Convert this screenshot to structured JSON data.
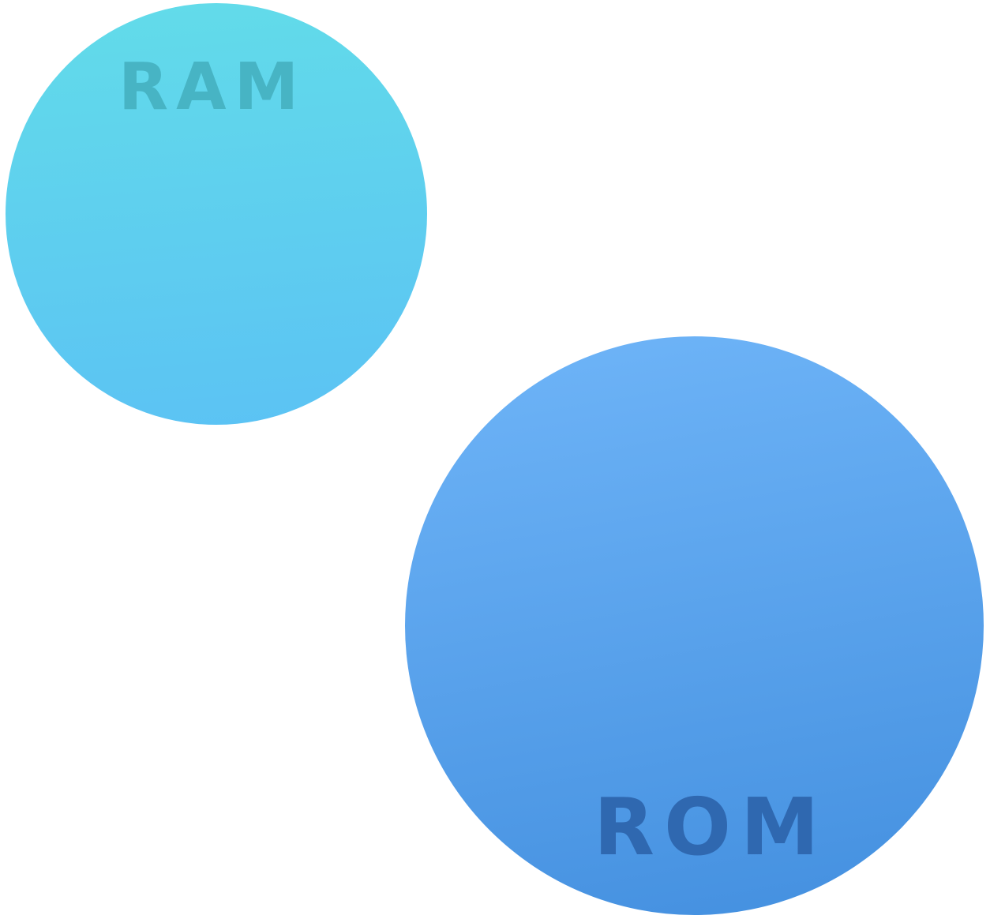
{
  "diagram": {
    "circles": [
      {
        "id": "ram",
        "label": "RAM",
        "fill_top": "#62dce9",
        "fill_bottom": "#5bc2f4",
        "label_color": "#47b4c4"
      },
      {
        "id": "rom",
        "label": "ROM",
        "fill_top": "#6fb5f8",
        "fill_bottom": "#438fdf",
        "label_color": "#2f68b0"
      }
    ]
  }
}
